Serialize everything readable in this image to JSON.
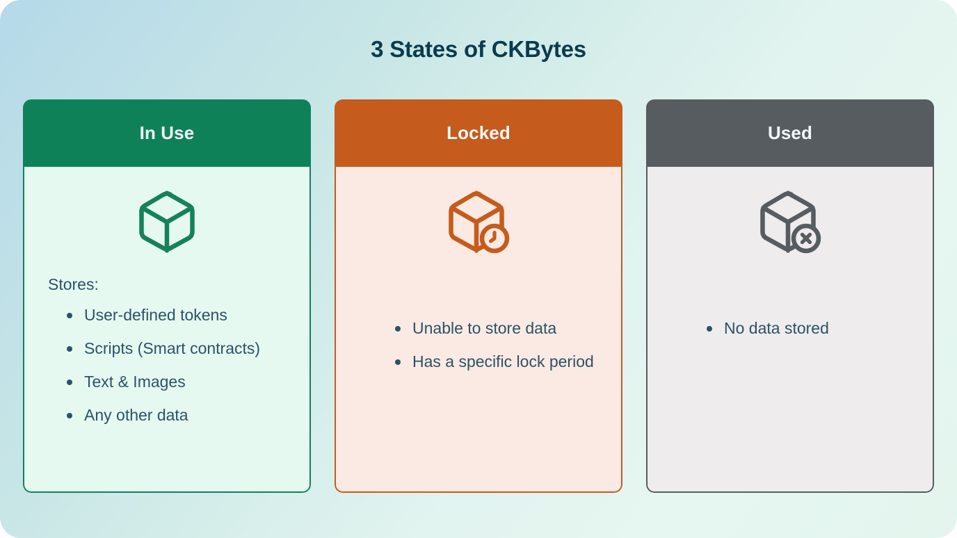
{
  "page": {
    "title": "3 States of CKBytes",
    "background_gradient_from": "#b5d9e9",
    "background_gradient_to": "#e3f5ee",
    "text_color": "#2c5266",
    "title_color": "#0b3b4d"
  },
  "cards": [
    {
      "id": "in-use",
      "header_label": "In Use",
      "header_color": "#0f8159",
      "body_color": "#e6f9f1",
      "border_color": "#0f8159",
      "icon": "cube-icon",
      "intro_label": "Stores:",
      "bullets": [
        "User-defined tokens",
        "Scripts (Smart contracts)",
        "Text & Images",
        "Any other data"
      ]
    },
    {
      "id": "locked",
      "header_label": "Locked",
      "header_color": "#c55b1c",
      "body_color": "#faeae3",
      "border_color": "#c55b1c",
      "icon": "cube-clock-icon",
      "intro_label": "",
      "bullets": [
        "Unable to store data",
        "Has a specific lock period"
      ]
    },
    {
      "id": "used",
      "header_label": "Used",
      "header_color": "#565c60",
      "body_color": "#eeecec",
      "border_color": "#565c60",
      "icon": "cube-x-icon",
      "intro_label": "",
      "bullets": [
        "No data stored"
      ]
    }
  ]
}
